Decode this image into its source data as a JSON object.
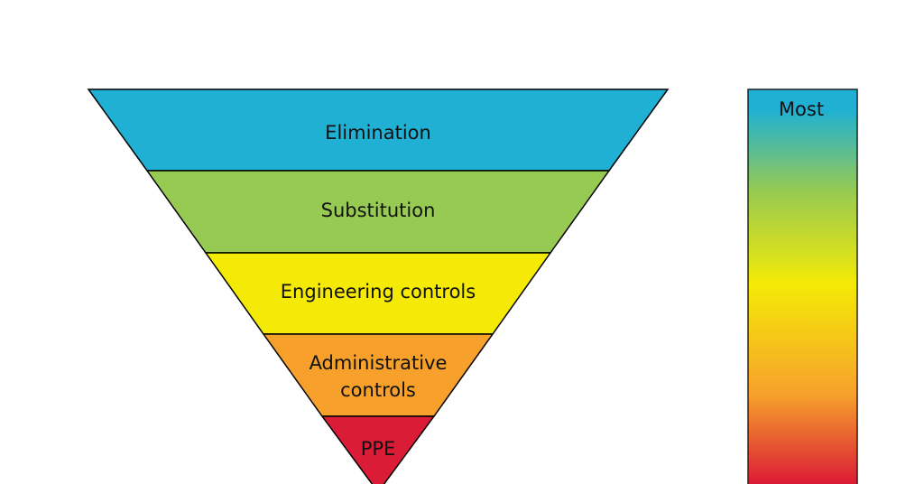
{
  "levels": [
    {
      "label": "Elimination",
      "color": "#1fb0d3"
    },
    {
      "label": "Substitution",
      "color": "#97ca52"
    },
    {
      "label": "Engineering controls",
      "color": "#f4ea06"
    },
    {
      "label_line1": "Administrative",
      "label_line2": "controls",
      "color": "#f7a12c"
    },
    {
      "label": "PPE",
      "color": "#db1c36"
    }
  ],
  "scale": {
    "top_label": "Most",
    "gradient": [
      "#1fb0d3",
      "#97ca52",
      "#f4ea06",
      "#f7a12c",
      "#db1c36"
    ]
  }
}
